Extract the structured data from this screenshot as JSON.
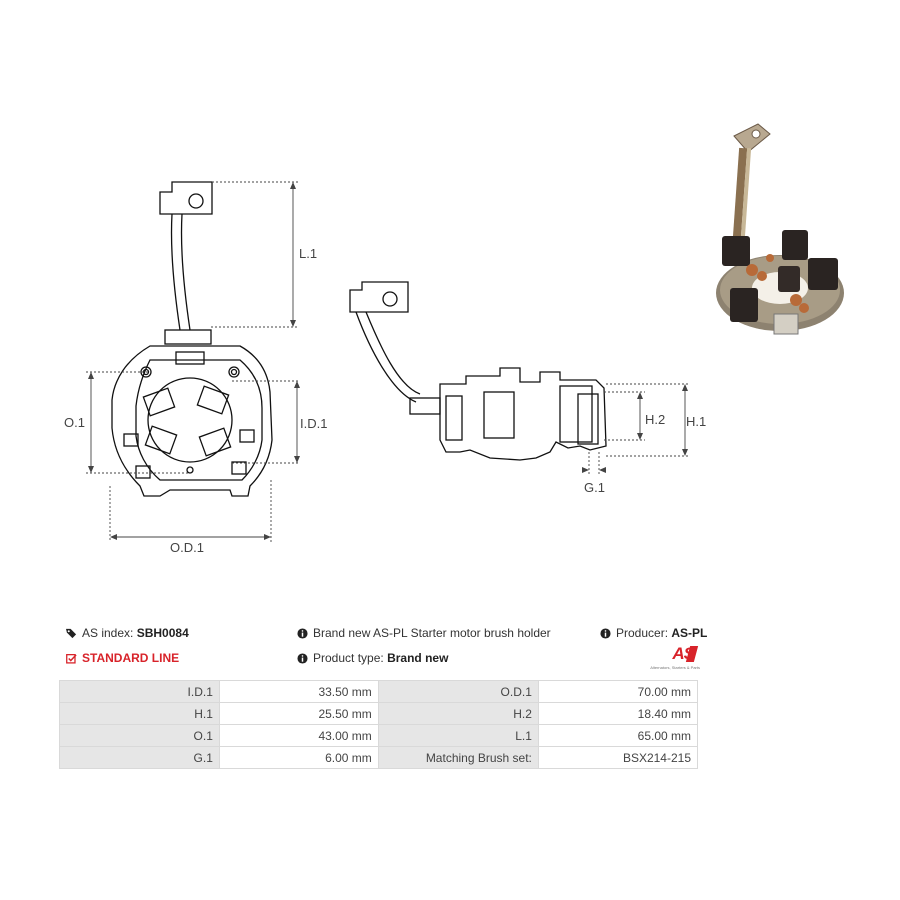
{
  "dimensions": {
    "l1": "L.1",
    "o1": "O.1",
    "id1": "I.D.1",
    "od1": "O.D.1",
    "h1": "H.1",
    "h2": "H.2",
    "g1": "G.1"
  },
  "info": {
    "as_index_label": "AS index:",
    "as_index_value": "SBH0084",
    "line": "STANDARD LINE",
    "description": "Brand new AS-PL Starter motor brush holder",
    "product_type_label": "Product type:",
    "product_type_value": "Brand new",
    "producer_label": "Producer:",
    "producer_value": "AS-PL",
    "logo_text": "AS",
    "logo_tagline": "Alternators, Starters & Parts"
  },
  "colors": {
    "accent": "#d8232a",
    "key_cell": "#e6e6e6",
    "border": "#d9d9d9"
  },
  "specs": [
    {
      "k1": "I.D.1",
      "v1": "33.50 mm",
      "k2": "O.D.1",
      "v2": "70.00 mm"
    },
    {
      "k1": "H.1",
      "v1": "25.50 mm",
      "k2": "H.2",
      "v2": "18.40 mm"
    },
    {
      "k1": "O.1",
      "v1": "43.00 mm",
      "k2": "L.1",
      "v2": "65.00 mm"
    },
    {
      "k1": "G.1",
      "v1": "6.00 mm",
      "k2": "Matching Brush set:",
      "v2": "BSX214-215"
    }
  ]
}
